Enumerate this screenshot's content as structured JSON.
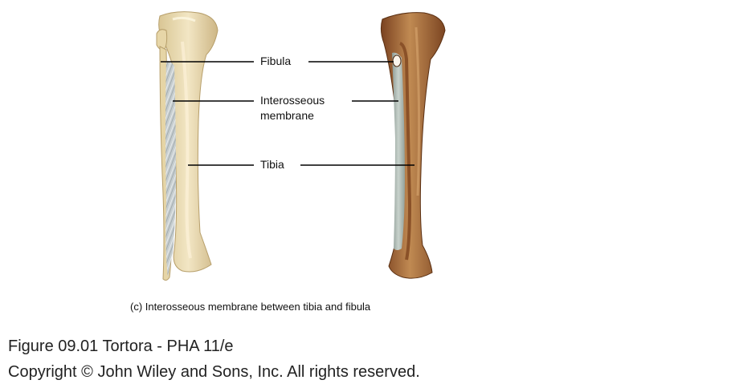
{
  "labels": {
    "fibula": "Fibula",
    "interosseous_line1": "Interosseous",
    "interosseous_line2": "membrane",
    "tibia": "Tibia"
  },
  "caption": "(c) Interosseous membrane between tibia and fibula",
  "footer": {
    "figure": "Figure 09.01  Tortora - PHA 11/e",
    "copyright": "Copyright © John Wiley and Sons, Inc. All rights reserved."
  },
  "colors": {
    "bone_light": "#ecdcb4",
    "bone_shadow": "#c9b485",
    "bone_dark": "#a8784a",
    "bone_dark_edge": "#6e3f1c",
    "membrane": "#b9c2c4",
    "leader": "#000000"
  }
}
